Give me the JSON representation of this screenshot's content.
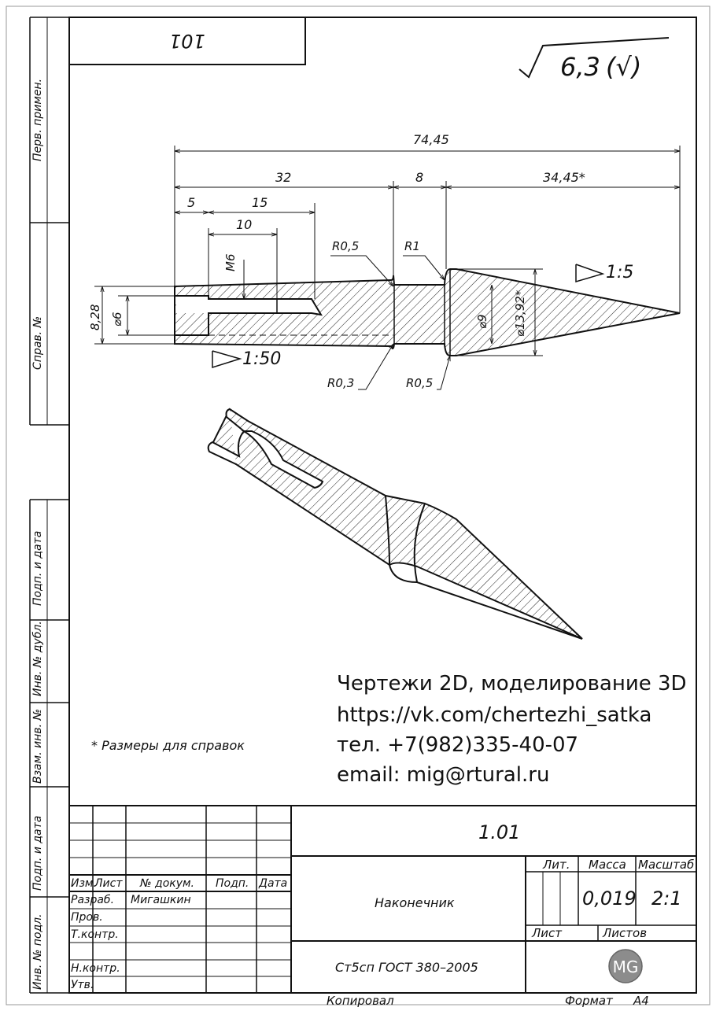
{
  "stamp_top": "101",
  "roughness": {
    "value": "6,3",
    "check": "(√)"
  },
  "side_stamps": {
    "perv_primen": "Перв. примен.",
    "sprav_no": "Справ. №",
    "podp_data_1": "Подп. и дата",
    "inv_dubl": "Инв. № дубл.",
    "vzam_inv": "Взам. инв. №",
    "podp_data_2": "Подп. и дата",
    "inv_podl": "Инв. № подл."
  },
  "dimensions": {
    "total": "74,45",
    "d32": "32",
    "d8": "8",
    "d3445": "34,45*",
    "d5": "5",
    "d15": "15",
    "d10": "10",
    "thread": "М6",
    "r05_top": "R0,5",
    "r1": "R1",
    "r03": "R0,3",
    "r05_bot": "R0,5",
    "d828": "8,28",
    "phi6": "⌀6",
    "phi9": "⌀9",
    "phi1392": "⌀13,92*",
    "taper_cone": "1:5",
    "taper_shaft": "1:50"
  },
  "note": "* Размеры для справок",
  "contact": {
    "line1": "Чертежи 2D, моделирование 3D",
    "line2": "https://vk.com/chertezhi_satka",
    "line3": "тел. +7(982)335-40-07",
    "line4": "email: mig@rtural.ru"
  },
  "title_block": {
    "designation": "1.01",
    "hdr_izm": "Изм.",
    "hdr_list": "Лист",
    "hdr_dokum": "№ докум.",
    "hdr_podp": "Подп.",
    "hdr_data": "Дата",
    "row_razrab": "Разраб.",
    "razrab_name": "Мигашкин",
    "row_prov": "Пров.",
    "row_tkontr": "Т.контр.",
    "row_nkontr": "Н.контр.",
    "row_utv": "Утв.",
    "part_name": "Наконечник",
    "lit": "Лит.",
    "massa": "Масса",
    "masshtab": "Масштаб",
    "mass_value": "0,019",
    "scale_value": "2:1",
    "list": "Лист",
    "listov": "Листов",
    "material": "Ст5сп  ГОСТ 380–2005",
    "logo": "MG"
  },
  "footer": {
    "kopiroval": "Копировал",
    "format_label": "Формат",
    "format_value": "А4"
  }
}
